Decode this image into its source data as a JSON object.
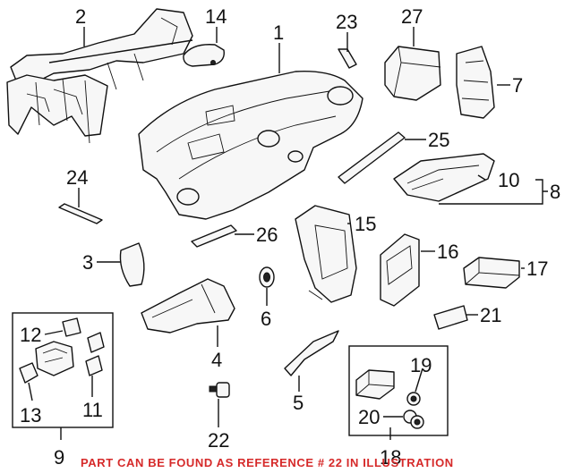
{
  "callouts": {
    "c1": "1",
    "c2": "2",
    "c3": "3",
    "c4": "4",
    "c5": "5",
    "c6": "6",
    "c7": "7",
    "c8": "8",
    "c9": "9",
    "c10": "10",
    "c11": "11",
    "c12": "12",
    "c13": "13",
    "c14": "14",
    "c15": "15",
    "c16": "16",
    "c17": "17",
    "c18": "18",
    "c19": "19",
    "c20": "20",
    "c21": "21",
    "c22": "22",
    "c23": "23",
    "c24": "24",
    "c25": "25",
    "c26": "26",
    "c27": "27"
  },
  "footer_note": "PART CAN BE FOUND AS REFERENCE # 22 IN ILLUSTRATION",
  "colors": {
    "ink": "#111111",
    "note_red": "#d62a2a",
    "background": "#ffffff"
  }
}
